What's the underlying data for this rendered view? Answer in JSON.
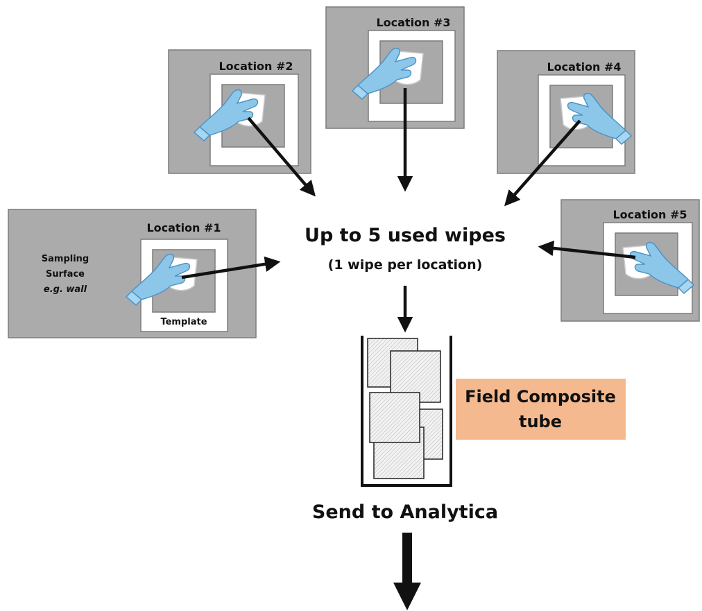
{
  "locations": [
    {
      "label": "Location #1"
    },
    {
      "label": "Location #2"
    },
    {
      "label": "Location #3"
    },
    {
      "label": "Location #4"
    },
    {
      "label": "Location #5"
    }
  ],
  "surface": {
    "line1": "Sampling",
    "line2": "Surface",
    "line3": "e.g. wall"
  },
  "template_label": "Template",
  "center": {
    "title": "Up to 5 used wipes",
    "subtitle": "(1 wipe per location)"
  },
  "tube": {
    "line1": "Field Composite",
    "line2": "tube",
    "box_color": "#f4b98f"
  },
  "send_label": "Send to Analytica",
  "colors": {
    "surface": "#ababab",
    "glove": "#8cc7ea",
    "arrow": "#111111"
  },
  "icons": [
    "glove-wipe-icon",
    "arrow-icon",
    "composite-tube-icon"
  ]
}
